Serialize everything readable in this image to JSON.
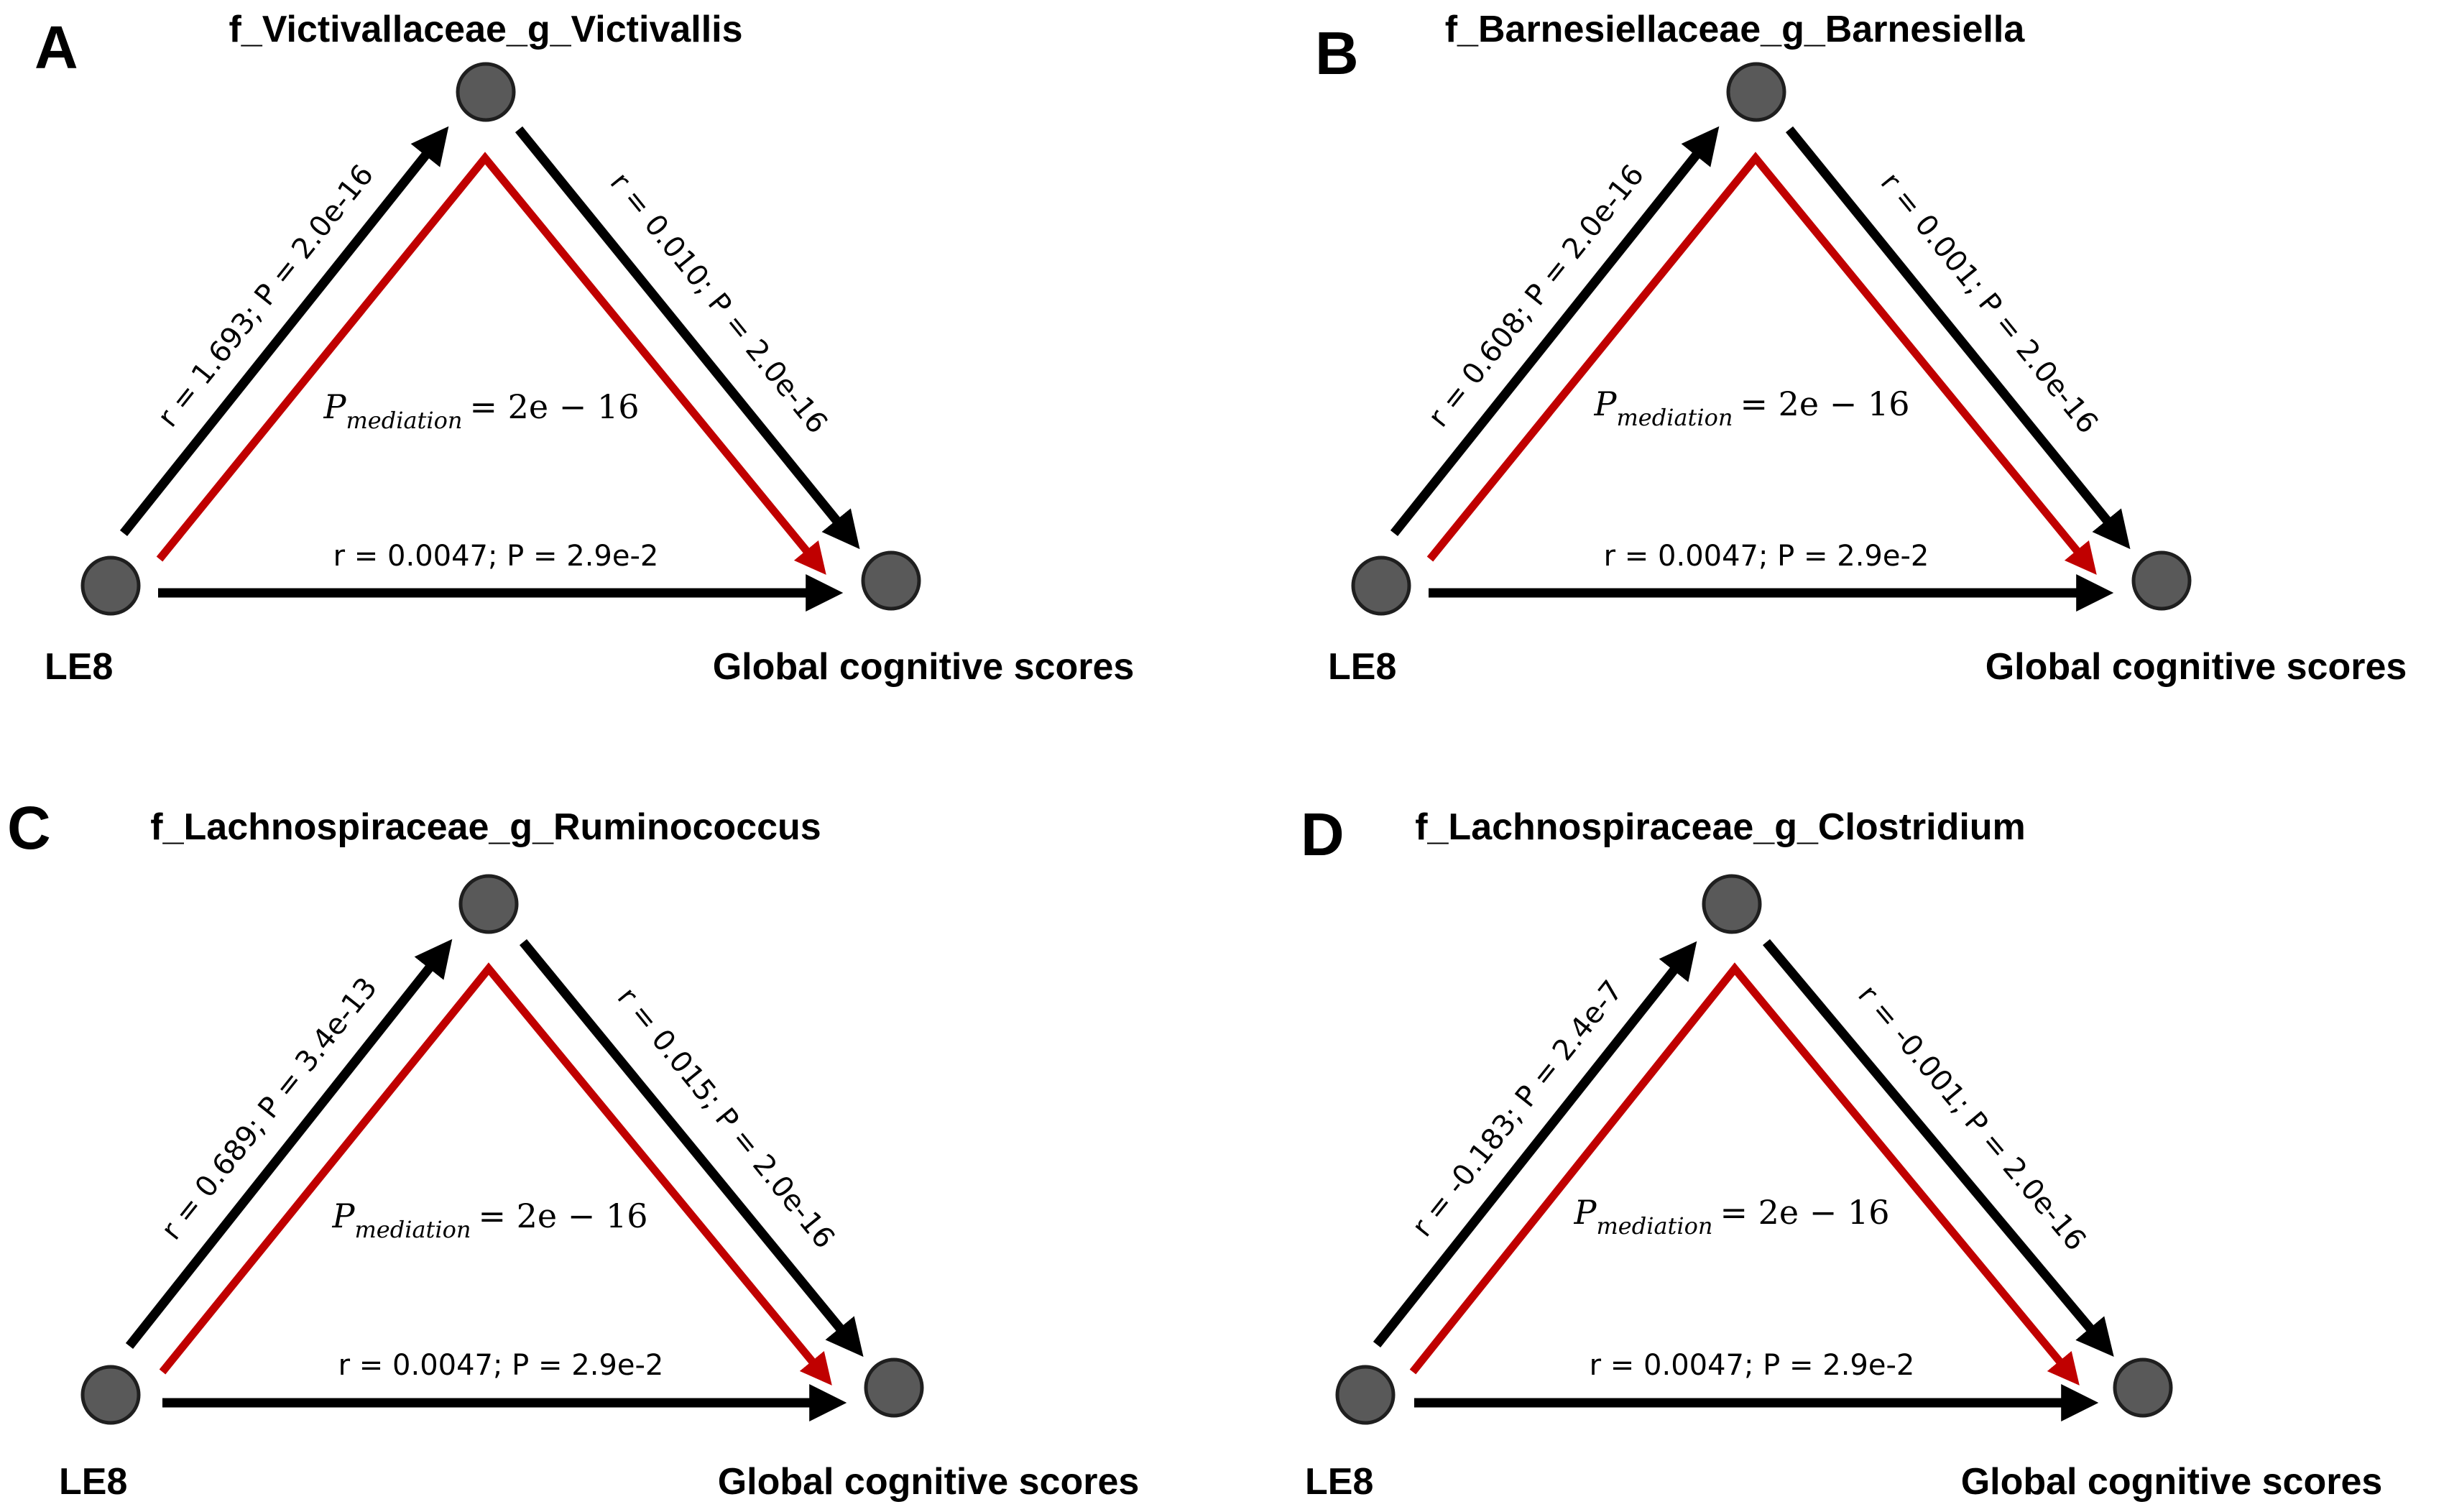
{
  "colors": {
    "direct_path": "#000000",
    "mediation_path": "#c00000",
    "node_fill": "#595959"
  },
  "panels": [
    {
      "letter": "A",
      "mediator": "f_Victivallaceae_g_Victivallis",
      "exposure": "LE8",
      "outcome": "Global cognitive scores",
      "path_a": "r = 1.693; P = 2.0e-16",
      "path_b": "r = 0.010; P = 2.0e-16",
      "path_c": "r = 0.0047; P = 2.9e-2",
      "mediation": {
        "symbol": "P",
        "subscript": "mediation",
        "value": "= 2e − 16"
      }
    },
    {
      "letter": "B",
      "mediator": "f_Barnesiellaceae_g_Barnesiella",
      "exposure": "LE8",
      "outcome": "Global cognitive scores",
      "path_a": "r = 0.608; P = 2.0e-16",
      "path_b": "r = 0.001; P = 2.0e-16",
      "path_c": "r = 0.0047; P = 2.9e-2",
      "mediation": {
        "symbol": "P",
        "subscript": "mediation",
        "value": "= 2e − 16"
      }
    },
    {
      "letter": "C",
      "mediator": "f_Lachnospiraceae_g_Ruminococcus",
      "exposure": "LE8",
      "outcome": "Global cognitive scores",
      "path_a": "r = 0.689; P = 3.4e-13",
      "path_b": "r = 0.015; P = 2.0e-16",
      "path_c": "r = 0.0047; P = 2.9e-2",
      "mediation": {
        "symbol": "P",
        "subscript": "mediation",
        "value": "= 2e − 16"
      }
    },
    {
      "letter": "D",
      "mediator": "f_Lachnospiraceae_g_Clostridium",
      "exposure": "LE8",
      "outcome": "Global cognitive scores",
      "path_a": "r = -0.183; P = 2.4e-7",
      "path_b": "r = -0.001; P = 2.0e-16",
      "path_c": "r = 0.0047; P = 2.9e-2",
      "mediation": {
        "symbol": "P",
        "subscript": "mediation",
        "value": "= 2e − 16"
      }
    }
  ]
}
